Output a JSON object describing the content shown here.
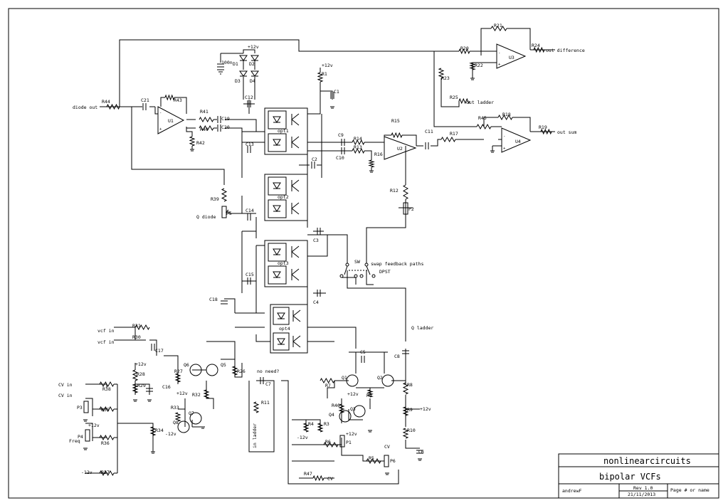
{
  "title_block": {
    "company": "nonlinearcircuits",
    "title": "bipolar VCFs",
    "author": "andrewF",
    "revision": "Rev 1.0",
    "date": "21/11/2013",
    "page": "Page # or name"
  },
  "ports": {
    "diode_out": "diode out",
    "out_difference": "out difference",
    "out_ladder": "out ladder",
    "out_sum": "out sum",
    "q_diode": "Q diode",
    "q_ladder": "Q ladder",
    "vcf_in_1": "vcf in",
    "vcf_in_2": "vcf in",
    "cv_in_1": "CV in",
    "cv_in_2": "CV in",
    "freq": "Freq",
    "in_ladder": "in ladder",
    "cv_p6": "CV",
    "cv_r47": "CV"
  },
  "supplies": {
    "pos12": "+12v",
    "neg12": "-12v"
  },
  "notes": {
    "swap": "swap feedback paths",
    "dpst": "DPST",
    "no_need": "no need?"
  },
  "components": {
    "opamps": [
      "U1",
      "U2",
      "U3",
      "U4"
    ],
    "optos": [
      "opt1",
      "opt2",
      "opt3",
      "opt4"
    ],
    "switch": "SW",
    "c100n": "100n",
    "labels": {
      "R1": "R1",
      "R2": "R2",
      "R3": "R3",
      "R4": "R4",
      "R5": "R5",
      "R6": "R6",
      "R7": "R7",
      "R8": "R8",
      "R9": "R9",
      "R10": "R10",
      "R11": "R11",
      "R12": "R12",
      "R13": "R13",
      "R14": "R14",
      "R15": "R15",
      "R16": "R16",
      "R17": "R17",
      "R18": "R18",
      "R19": "R19",
      "R20": "R20",
      "R21": "R21",
      "R22": "R22",
      "R23": "R23",
      "R24": "R24",
      "R25": "R25",
      "R26": "R26",
      "R27": "R27",
      "R28": "R28",
      "R29": "R29",
      "R30": "R30",
      "R31": "R31",
      "R32": "R32",
      "R33": "R33",
      "R34": "R34",
      "R35": "R35",
      "R36": "R36",
      "R37": "R37",
      "R38": "R38",
      "R39": "R39",
      "R40": "R40",
      "R41": "R41",
      "R42": "R42",
      "R43": "R43",
      "R44": "R44",
      "R45": "R45",
      "R46": "R46",
      "R47": "R47",
      "C1": "C1",
      "C2": "C2",
      "C3": "C3",
      "C4": "C4",
      "C5": "C5",
      "C6": "C6",
      "C7": "C7",
      "C8": "C8",
      "C9": "C9",
      "C10": "C10",
      "C11": "C11",
      "C12": "C12",
      "C13": "C13",
      "C14": "C14",
      "C15": "C15",
      "C16": "C16",
      "C17": "C17",
      "C18": "C18",
      "C19": "C19",
      "C20": "C20",
      "C21": "C21",
      "D1": "D1",
      "D2": "D2",
      "D3": "D3",
      "D4": "D4",
      "Q1": "Q1",
      "Q2": "Q2",
      "Q3": "Q3",
      "Q4": "Q4",
      "Q5": "Q5",
      "Q6": "Q6",
      "Q7": "Q7",
      "Q8": "Q8",
      "P1": "P1",
      "P2": "P2",
      "P3": "P3",
      "P4": "P4",
      "P5": "P5",
      "P6": "P6"
    }
  }
}
